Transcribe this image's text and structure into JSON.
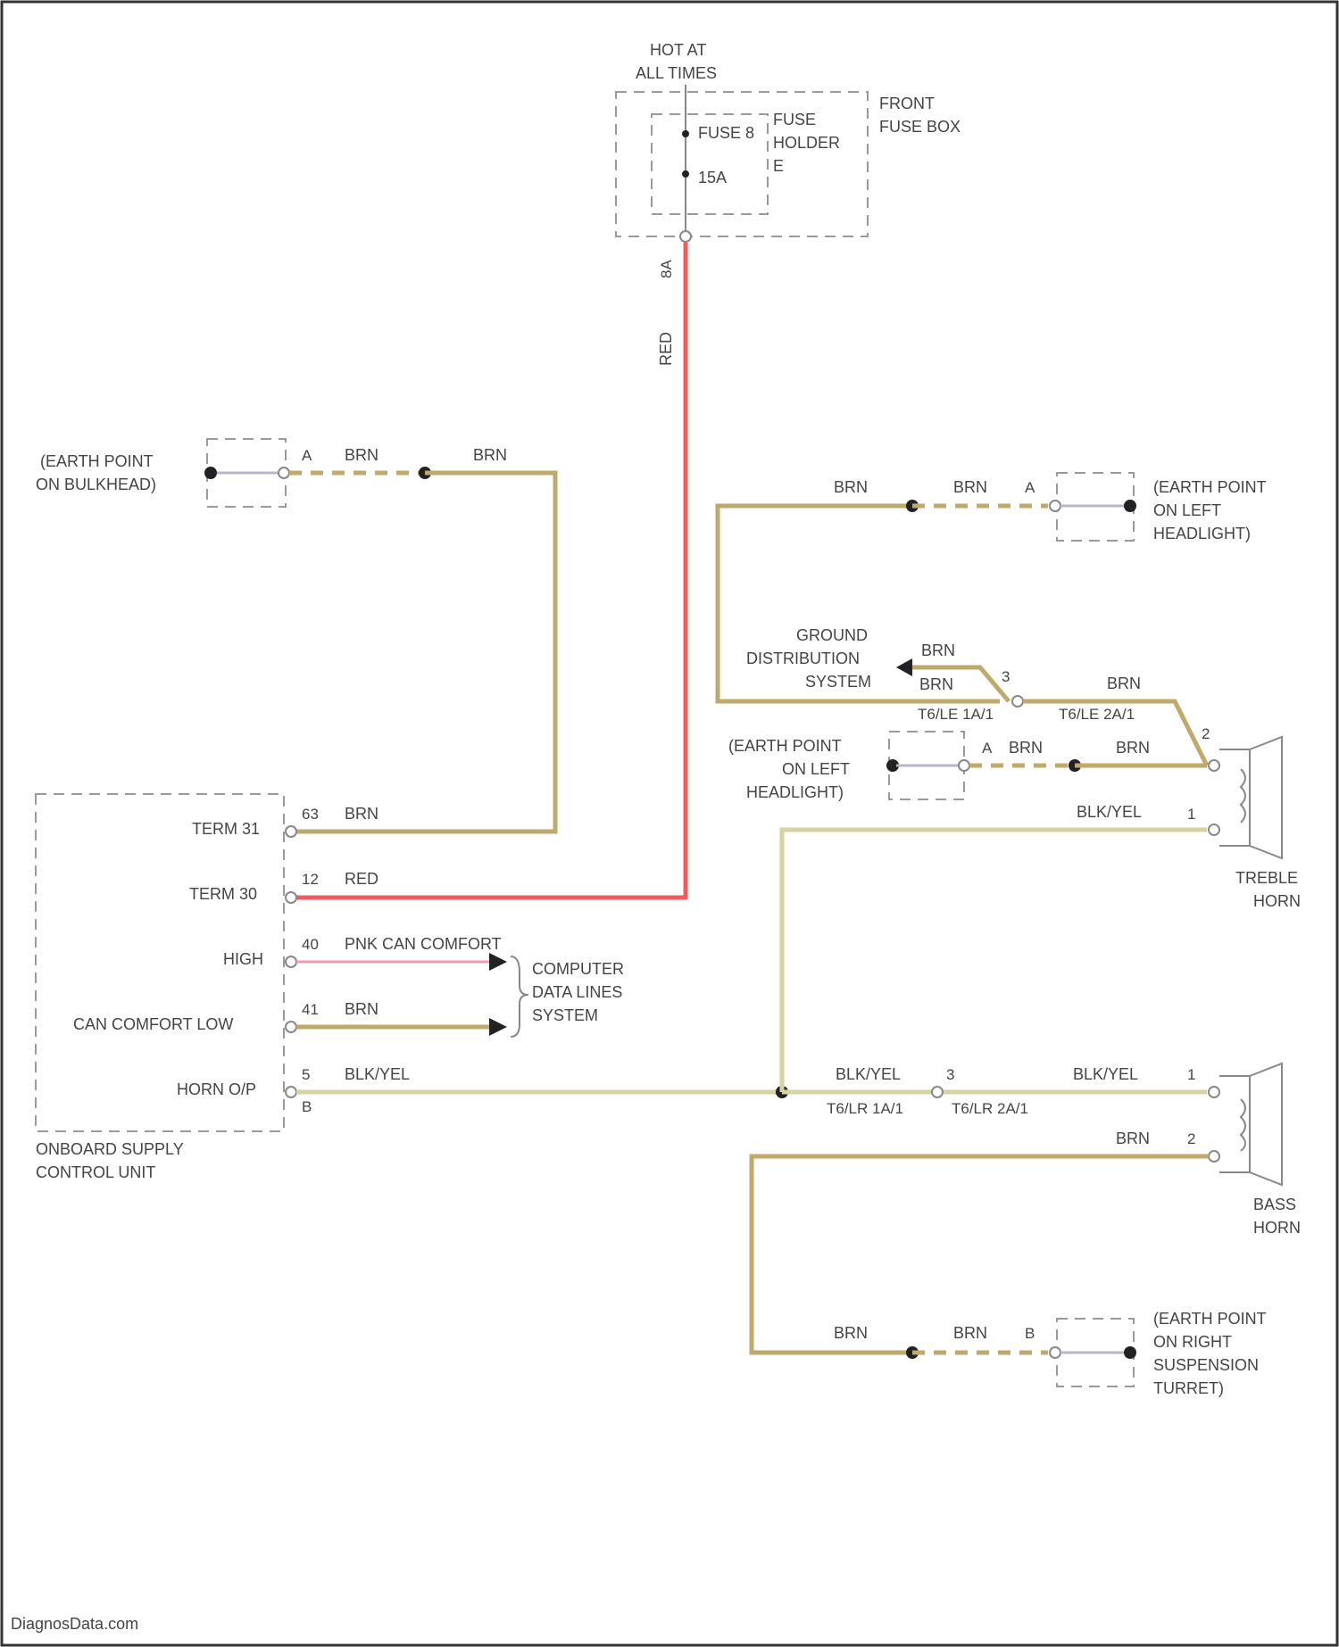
{
  "fuse": {
    "power_label_1": "HOT AT",
    "power_label_2": "ALL TIMES",
    "fuse_name": "FUSE 8",
    "fuse_rating": "15A",
    "holder_1": "FUSE",
    "holder_2": "HOLDER",
    "holder_3": "E",
    "box_1": "FRONT",
    "box_2": "FUSE BOX",
    "pin": "8A"
  },
  "wires": {
    "red": "RED",
    "brn": "BRN",
    "blk_yel": "BLK/YEL",
    "pnk_can": "PNK CAN COMFORT"
  },
  "earth_bulkhead": {
    "line1": "(EARTH POINT",
    "line2": "ON BULKHEAD)",
    "pin": "A"
  },
  "earth_left_top": {
    "line1": "(EARTH POINT",
    "line2": "ON LEFT",
    "line3": "HEADLIGHT)",
    "pin": "A"
  },
  "earth_left_mid": {
    "line1": "(EARTH POINT",
    "line2": "ON LEFT",
    "line3": "HEADLIGHT)",
    "pin": "A"
  },
  "earth_right": {
    "line1": "(EARTH POINT",
    "line2": "ON RIGHT",
    "line3": "SUSPENSION",
    "line4": "TURRET)",
    "pin": "B"
  },
  "ground_dist": {
    "line1": "GROUND",
    "line2": "DISTRIBUTION",
    "line3": "SYSTEM",
    "splice_a": "T6/LE 1A/1",
    "splice_b": "T6/LE 2A/1",
    "pin": "3"
  },
  "horn_splice": {
    "a": "T6/LR 1A/1",
    "b": "T6/LR 2A/1",
    "pin": "3"
  },
  "treble_horn": {
    "line1": "TREBLE",
    "line2": "HORN",
    "pin1": "1",
    "pin2": "2"
  },
  "bass_horn": {
    "line1": "BASS",
    "line2": "HORN",
    "pin1": "1",
    "pin2": "2"
  },
  "can_sys": {
    "line1": "COMPUTER",
    "line2": "DATA LINES",
    "line3": "SYSTEM"
  },
  "control_unit": {
    "line1": "ONBOARD SUPPLY",
    "line2": "CONTROL UNIT",
    "pin_labels": [
      "TERM 31",
      "TERM 30",
      "HIGH",
      "CAN COMFORT LOW",
      "HORN O/P"
    ],
    "pin_numbers": [
      "63",
      "12",
      "40",
      "41",
      "5"
    ],
    "connector": "B"
  },
  "footer": "DiagnosData.com"
}
